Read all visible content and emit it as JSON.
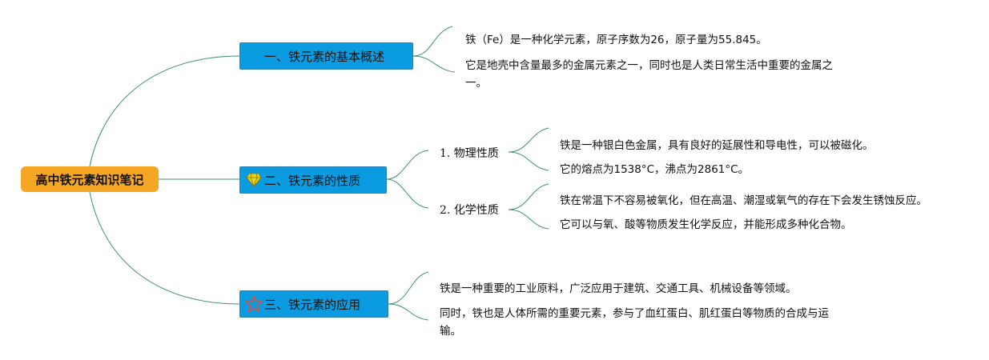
{
  "root": {
    "label": "高中铁元素知识笔记"
  },
  "branches": [
    {
      "label": "一、铁元素的基本概述",
      "icon": "none",
      "leaves": [
        "铁（Fe）是一种化学元素，原子序数为26，原子量为55.845。",
        "它是地壳中含量最多的金属元素之一，同时也是人类日常生活中重要的金属之一。"
      ]
    },
    {
      "label": "二、铁元素的性质",
      "icon": "diamond-icon",
      "subs": [
        {
          "label": "1. 物理性质",
          "leaves": [
            "铁是一种银白色金属，具有良好的延展性和导电性，可以被磁化。",
            "它的熔点为1538°C，沸点为2861°C。"
          ]
        },
        {
          "label": "2. 化学性质",
          "leaves": [
            "铁在常温下不容易被氧化，但在高温、潮湿或氧气的存在下会发生锈蚀反应。",
            "它可以与氧、酸等物质发生化学反应，并能形成多种化合物。"
          ]
        }
      ]
    },
    {
      "label": "三、铁元素的应用",
      "icon": "star-icon",
      "leaves": [
        "铁是一种重要的工业原料，广泛应用于建筑、交通工具、机械设备等领域。",
        "同时，铁也是人体所需的重要元素，参与了血红蛋白、肌红蛋白等物质的合成与运输。"
      ]
    }
  ],
  "colors": {
    "root": "#f5a623",
    "branch": "#0a9be0",
    "line": "#3f8f7a",
    "diamond": "#e8d21a",
    "star": "#e04b3a"
  }
}
